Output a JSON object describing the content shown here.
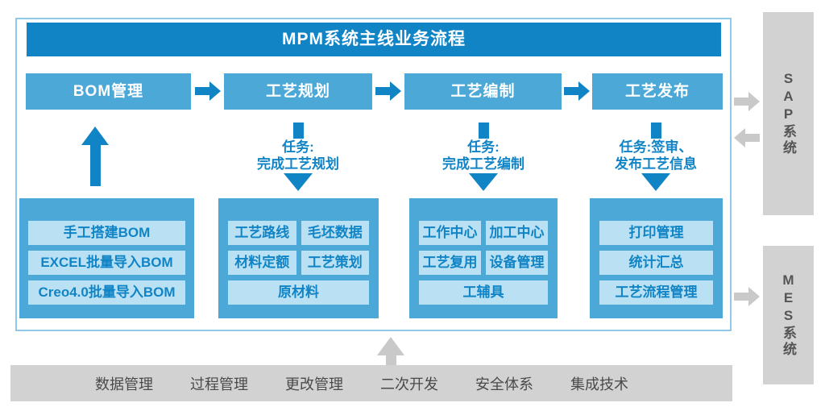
{
  "title": "MPM系统主线业务流程",
  "colors": {
    "accent_blue": "#1184c6",
    "box_blue": "#4ba8d7",
    "inner_blue": "#b9e1f3",
    "frame_border": "#90c8e8",
    "gray_box": "#d2d2d2",
    "gray_arrow": "#c9c9c9",
    "gray_text": "#4a4a4a"
  },
  "flow": {
    "stages": [
      {
        "label": "BOM管理",
        "items": [
          "手工搭建BOM",
          "EXCEL批量导入BOM",
          "Creo4.0批量导入BOM"
        ]
      },
      {
        "label": "工艺规划",
        "task": [
          "任务:",
          "完成工艺规划"
        ],
        "items": [
          "工艺路线",
          "毛坯数据",
          "材料定额",
          "工艺策划",
          "原材料"
        ]
      },
      {
        "label": "工艺编制",
        "task": [
          "任务:",
          "完成工艺编制"
        ],
        "items": [
          "工作中心",
          "加工中心",
          "工艺复用",
          "设备管理",
          "工辅具"
        ]
      },
      {
        "label": "工艺发布",
        "task": [
          "任务:签审、",
          "发布工艺信息"
        ],
        "items": [
          "打印管理",
          "统计汇总",
          "工艺流程管理"
        ]
      }
    ]
  },
  "external": {
    "sap": "SAP系统",
    "mes": "MES系统"
  },
  "foundation": [
    "数据管理",
    "过程管理",
    "更改管理",
    "二次开发",
    "安全体系",
    "集成技术"
  ]
}
